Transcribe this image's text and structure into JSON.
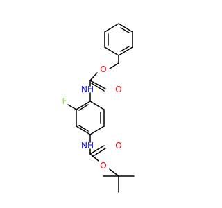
{
  "molecule": {
    "atoms": {
      "o_benzyl_ester": "O",
      "o_benzyl_carbonyl": "O",
      "n_benzyl_amide": "NH",
      "fluorine": "F",
      "n_boc_amide": "NH",
      "o_boc_carbonyl": "O",
      "o_boc_ester": "O"
    },
    "colors": {
      "bond": "#000000",
      "oxygen": "#ff0000",
      "nitrogen": "#0000ff",
      "fluorine": "#90e050"
    }
  }
}
